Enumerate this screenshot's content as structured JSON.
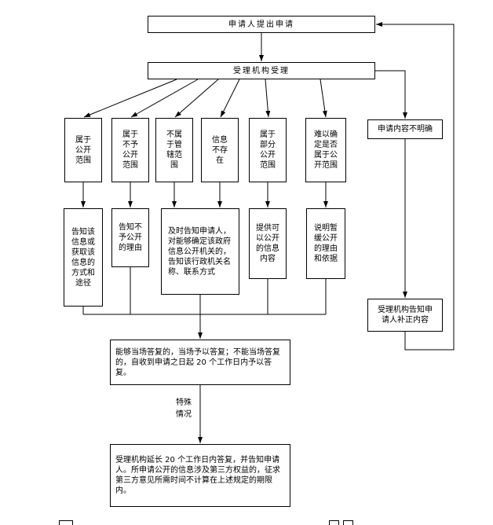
{
  "colors": {
    "background": "#ffffff",
    "line": "#000000",
    "text": "#000000"
  },
  "nodes": {
    "apply": "申请人提出申请",
    "accept": "受理机构受理",
    "branch_public": "属于公开范围",
    "branch_non_public": "属于不予公开范围",
    "branch_no_jurisdiction": "不属于管辖范围",
    "branch_not_exist": "信息不存在",
    "branch_partial": "属于部分公开范围",
    "branch_uncertain": "难以确定是否属于公开范围",
    "branch_unclear": "申请内容不明确",
    "result_access": "告知该信息或获取该信息的方式和途径",
    "result_reason": "告知不予公开的理由",
    "result_agency": "及时告知申请人，对能够确定该政府信息公开机关的，告知该行政机关名称、联系方式",
    "result_partial": "提供可以公开的信息内容",
    "result_postpone": "说明暂缓公开的理由和依据",
    "result_supplement": "受理机构告知申请人补正内容",
    "answer": "能够当场答复的，当场予以答复；不能当场答复的，自收到申请之日起 20 个工作日内予以答复。",
    "special": "特殊情况",
    "extend": "受理机构延长 20 个工作日内答复，并告知申请人。所申请公开的信息涉及第三方权益的，征求第三方意见所需时间不计算在上述规定的期限内。"
  }
}
